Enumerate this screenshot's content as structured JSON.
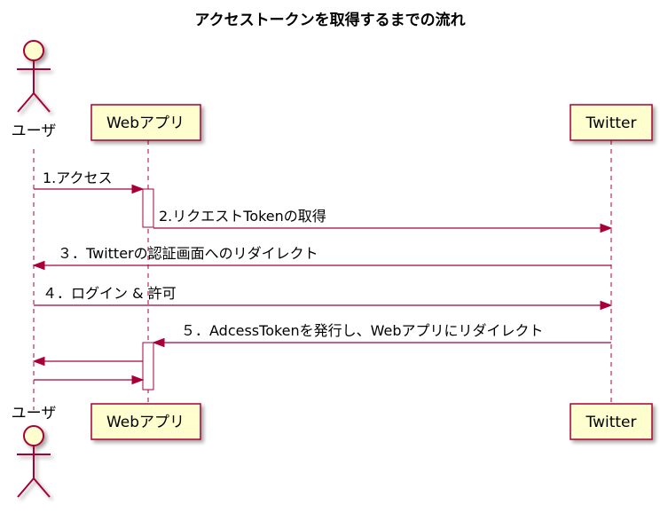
{
  "diagram": {
    "title": "アクセストークンを取得するまでの流れ",
    "participants": [
      {
        "id": "user",
        "type": "actor",
        "label": "ユーザ"
      },
      {
        "id": "webapp",
        "type": "participant",
        "label": "Webアプリ"
      },
      {
        "id": "twitter",
        "type": "participant",
        "label": "Twitter"
      }
    ],
    "messages": [
      {
        "from": "user",
        "to": "webapp",
        "label": "1.アクセス"
      },
      {
        "from": "webapp",
        "to": "twitter",
        "label": "2.リクエストTokenの取得"
      },
      {
        "from": "twitter",
        "to": "user",
        "label": "３．Twitterの認証画面へのリダイレクト"
      },
      {
        "from": "user",
        "to": "twitter",
        "label": "４．ログイン & 許可"
      },
      {
        "from": "twitter",
        "to": "webapp",
        "label": "５．AdcessTokenを発行し、Webアプリにリダイレクト"
      },
      {
        "from": "webapp",
        "to": "user",
        "label": ""
      },
      {
        "from": "user",
        "to": "webapp",
        "label": ""
      }
    ],
    "colors": {
      "line": "#a80036",
      "box_fill": "#fefece"
    }
  }
}
